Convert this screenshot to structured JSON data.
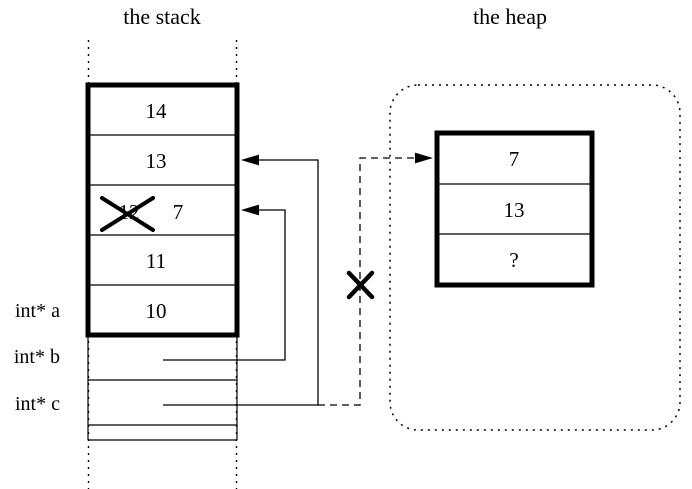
{
  "stack": {
    "title": "the stack",
    "cells": [
      {
        "value": "14"
      },
      {
        "value": "13"
      },
      {
        "value": "12",
        "crossed_out": true,
        "new_value": "7"
      },
      {
        "value": "11"
      },
      {
        "value": "10"
      }
    ],
    "pointers": [
      {
        "label": "int* a"
      },
      {
        "label": "int* b"
      },
      {
        "label": "int* c"
      }
    ]
  },
  "heap": {
    "title": "the heap",
    "cells": [
      {
        "value": "7"
      },
      {
        "value": "13"
      },
      {
        "value": "?"
      }
    ]
  },
  "colors": {
    "ink": "#000000",
    "background": "#ffffff"
  }
}
